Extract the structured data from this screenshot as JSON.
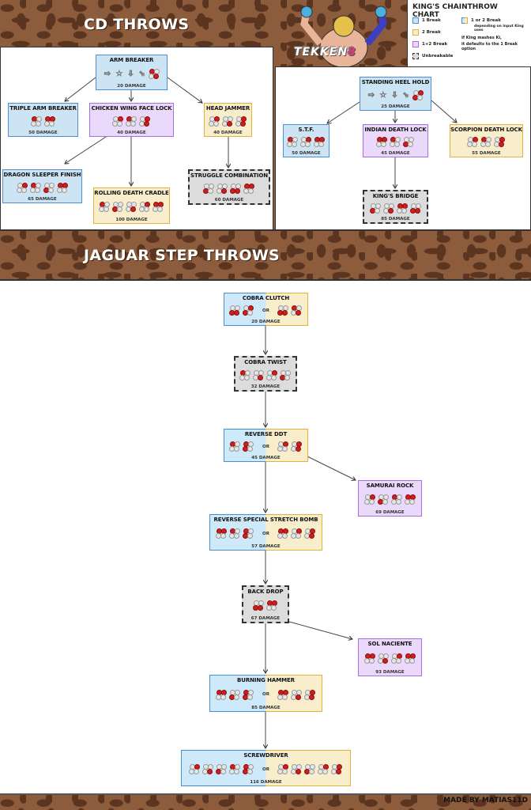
{
  "sections": {
    "cd": "CD THROWS",
    "jaguar": "JAGUAR STEP THROWS"
  },
  "logo": {
    "text": "TEKKEN",
    "number": "8"
  },
  "legend": {
    "title": "KING'S CHAINTHROW CHART",
    "items": [
      {
        "label": "1 Break",
        "type": "blue",
        "color": "#4b8ed3"
      },
      {
        "label": "2 Break",
        "type": "yellow",
        "color": "#e2b33c"
      },
      {
        "label": "1+2 Break",
        "type": "purple",
        "color": "#a76fe2"
      },
      {
        "label": "Unbreakable",
        "type": "grey",
        "color": "#333333"
      },
      {
        "label": "1 or 2 Break",
        "type": "split",
        "note": "depending on input King uses"
      }
    ],
    "ki_note_1": "If King mashes Ki,",
    "ki_note_2": "it defaults to the 1 Break option"
  },
  "credit": "MADE BY MATIAS11D",
  "or_label": "OR",
  "motion_glyphs": {
    "f": "⇨",
    "n": "☆",
    "d": "⇩",
    "df": "⇘"
  },
  "nodes": [
    {
      "id": "arm-breaker",
      "name": "ARM BREAKER",
      "damage": "20 DAMAGE",
      "type": "blue",
      "motion": [
        "f",
        "n",
        "d",
        "df"
      ],
      "inputs": [
        [
          1,
          4
        ]
      ]
    },
    {
      "id": "triple-arm-breaker",
      "name": "TRIPLE ARM BREAKER",
      "damage": "50 DAMAGE",
      "type": "blue",
      "inputs": [
        [
          1
        ],
        [
          1,
          2
        ]
      ]
    },
    {
      "id": "chicken-wing-face-lock",
      "name": "CHICKEN WING FACE LOCK",
      "damage": "40 DAMAGE",
      "type": "purple",
      "inputs": [
        [
          2
        ],
        [
          1
        ],
        [
          2,
          4
        ]
      ]
    },
    {
      "id": "head-jammer",
      "name": "HEAD JAMMER",
      "damage": "40 DAMAGE",
      "type": "yellow",
      "inputs": [
        [
          2
        ],
        [
          4
        ],
        [
          2,
          4
        ]
      ]
    },
    {
      "id": "dragon-sleeper-finish",
      "name": "DRAGON SLEEPER FINISH",
      "damage": "65 DAMAGE",
      "type": "blue",
      "inputs": [
        [
          2
        ],
        [
          1
        ],
        [
          3
        ],
        [
          1,
          2
        ]
      ]
    },
    {
      "id": "rolling-death-cradle",
      "name": "ROLLING DEATH CRADLE",
      "damage": "100 DAMAGE",
      "type": "yellow",
      "inputs": [
        [
          1
        ],
        [
          3
        ],
        [
          4
        ],
        [
          2
        ],
        [
          1,
          2
        ]
      ]
    },
    {
      "id": "struggle-combination",
      "name": "STRUGGLE COMBINATION",
      "damage": "60 DAMAGE",
      "type": "grey",
      "inputs": [
        [
          3
        ],
        [
          4
        ],
        [
          3,
          4
        ],
        [
          1,
          2
        ]
      ]
    },
    {
      "id": "standing-heel-hold",
      "name": "STANDING HEEL HOLD",
      "damage": "25 DAMAGE",
      "type": "blue",
      "motion": [
        "f",
        "n",
        "d",
        "df"
      ],
      "inputs": [
        [
          2,
          3
        ]
      ]
    },
    {
      "id": "stf",
      "name": "S.T.F.",
      "damage": "50 DAMAGE",
      "type": "blue",
      "inputs": [
        [
          1
        ],
        [
          2
        ],
        [
          1,
          2
        ]
      ]
    },
    {
      "id": "indian-death-lock",
      "name": "INDIAN DEATH LOCK",
      "damage": "45 DAMAGE",
      "type": "purple",
      "inputs": [
        [
          1,
          2
        ],
        [
          1
        ],
        [
          3
        ]
      ]
    },
    {
      "id": "scorpion-death-lock",
      "name": "SCORPION DEATH LOCK",
      "damage": "55 DAMAGE",
      "type": "yellow",
      "inputs": [
        [
          2
        ],
        [
          1
        ],
        [
          2,
          4
        ]
      ]
    },
    {
      "id": "kings-bridge",
      "name": "KING'S BRIDGE",
      "damage": "85 DAMAGE",
      "type": "grey",
      "inputs": [
        [
          3
        ],
        [
          4
        ],
        [
          1,
          2
        ],
        [
          3,
          4
        ]
      ]
    },
    {
      "id": "cobra-clutch",
      "name": "COBRA CLUTCH",
      "damage": "20 DAMAGE",
      "type": "split",
      "inputs": [
        [
          3,
          4
        ],
        [
          2,
          3
        ]
      ],
      "alt_inputs": [
        [
          3,
          4
        ],
        [
          1,
          4
        ]
      ]
    },
    {
      "id": "cobra-twist",
      "name": "COBRA TWIST",
      "damage": "32 DAMAGE",
      "type": "grey",
      "inputs": [
        [
          1
        ],
        [
          4
        ],
        [
          2
        ],
        [
          3
        ]
      ]
    },
    {
      "id": "reverse-ddt",
      "name": "REVERSE DDT",
      "damage": "45 DAMAGE",
      "type": "split",
      "inputs": [
        [
          1
        ],
        [
          1,
          3
        ]
      ],
      "alt_inputs": [
        [
          2
        ],
        [
          2,
          4
        ]
      ]
    },
    {
      "id": "samurai-rock",
      "name": "SAMURAI ROCK",
      "damage": "69 DAMAGE",
      "type": "purple",
      "inputs": [
        [
          2
        ],
        [
          3
        ],
        [
          1
        ],
        [
          1,
          2
        ]
      ]
    },
    {
      "id": "reverse-special-stretch-bomb",
      "name": "REVERSE SPECIAL STRETCH BOMB",
      "damage": "57 DAMAGE",
      "type": "split",
      "inputs": [
        [
          1,
          2
        ],
        [
          1
        ],
        [
          1,
          3
        ]
      ],
      "alt_inputs": [
        [
          1,
          2
        ],
        [
          2
        ],
        [
          2,
          4
        ]
      ]
    },
    {
      "id": "back-drop",
      "name": "BACK DROP",
      "damage": "67 DAMAGE",
      "type": "grey",
      "inputs": [
        [
          3,
          4
        ],
        [
          1,
          2
        ]
      ]
    },
    {
      "id": "sol-naciente",
      "name": "SOL NACIENTE",
      "damage": "93 DAMAGE",
      "type": "purple",
      "inputs": [
        [
          1,
          2
        ],
        [
          4
        ],
        [
          2
        ],
        [
          1,
          2
        ]
      ]
    },
    {
      "id": "burning-hammer",
      "name": "BURNING HAMMER",
      "damage": "85 DAMAGE",
      "type": "split",
      "inputs": [
        [
          1,
          2
        ],
        [
          3
        ],
        [
          1,
          3
        ]
      ],
      "alt_inputs": [
        [
          1,
          2
        ],
        [
          4
        ],
        [
          2,
          4
        ]
      ]
    },
    {
      "id": "screwdriver",
      "name": "SCREWDRIVER",
      "damage": "116 DAMAGE",
      "type": "split",
      "inputs": [
        [
          2
        ],
        [
          4
        ],
        [
          3
        ],
        [
          1
        ],
        [
          1,
          3
        ]
      ],
      "alt_inputs": [
        [
          2
        ],
        [
          4
        ],
        [
          3
        ],
        [
          2
        ],
        [
          2,
          4
        ]
      ]
    }
  ]
}
